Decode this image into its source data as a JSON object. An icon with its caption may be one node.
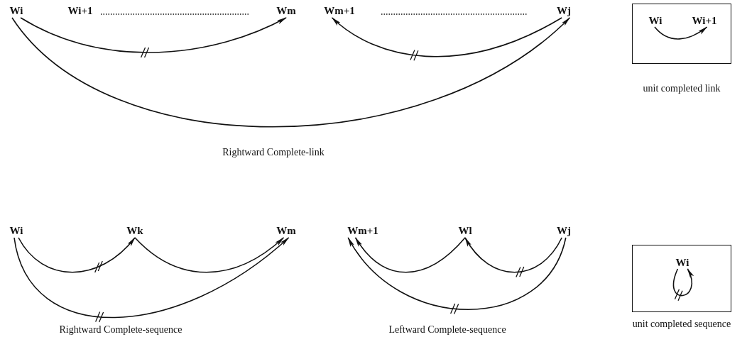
{
  "diagram": {
    "nodes": [
      {
        "text": [
          "Wi"
        ]
      },
      {
        "text": [
          "Wm"
        ]
      },
      {
        "text": [
          "Wm+1"
        ]
      },
      {
        "text": [
          "Wj"
        ]
      },
      {
        "text": [],
        "shape": "box",
        "beside": [
          "unit completed link"
        ]
      },
      {
        "text": [
          "Wi"
        ],
        "in": 4
      },
      {
        "text": [
          "Wi+1"
        ],
        "in": 4
      },
      {
        "text": [
          "Wi"
        ]
      },
      {
        "text": [
          "Wk"
        ]
      },
      {
        "text": [
          "Wm"
        ]
      },
      {
        "text": [
          "Wm+1"
        ]
      },
      {
        "text": [
          "Wl"
        ]
      },
      {
        "text": [
          "Wj"
        ]
      },
      {
        "text": [],
        "shape": "box",
        "beside": [
          "unit completed sequence"
        ]
      },
      {
        "text": [
          "Wi"
        ],
        "in": 13
      }
    ],
    "edges": [
      {
        "from": 0,
        "to": 1,
        "arrow": "to"
      },
      {
        "from": 3,
        "to": 2,
        "arrow": "to"
      },
      {
        "from": 0,
        "to": 3,
        "arrow": "to"
      },
      {
        "from": 5,
        "to": 6,
        "arrow": "to"
      },
      {
        "from": 7,
        "to": 8,
        "arrow": "to"
      },
      {
        "from": 8,
        "to": 9,
        "arrow": "to"
      },
      {
        "from": 7,
        "to": 9,
        "arrow": "to"
      },
      {
        "from": 11,
        "to": 10,
        "arrow": "to"
      },
      {
        "from": 12,
        "to": 11,
        "arrow": "to"
      },
      {
        "from": 12,
        "to": 10,
        "arrow": "to"
      },
      {
        "from": 14,
        "to": 14,
        "arrow": "to"
      }
    ],
    "labels": [
      "Wi+1",
      "Rightward Complete-link",
      "Rightward Complete-sequence",
      "Leftward Complete-sequence"
    ]
  }
}
